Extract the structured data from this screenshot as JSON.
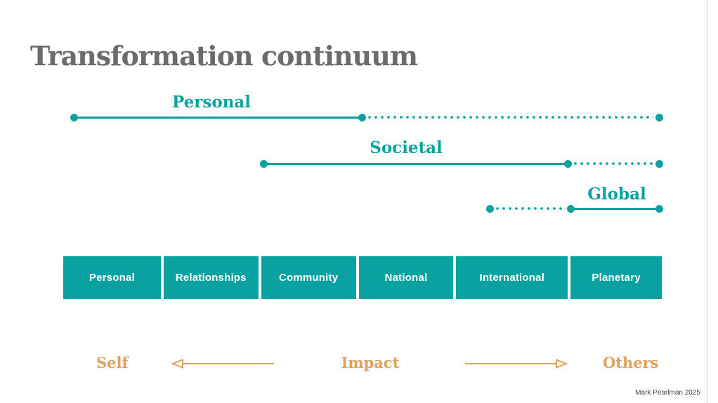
{
  "title": "Transformation continuum",
  "colors": {
    "teal": "#0aa2a1",
    "tan": "#dba260",
    "title_gray": "#6b6b6e",
    "footer_gray": "#444749",
    "edge_gray": "#d9d9d9"
  },
  "continuum_rows": [
    {
      "label": "Personal"
    },
    {
      "label": "Societal"
    },
    {
      "label": "Global"
    }
  ],
  "boxes": [
    "Personal",
    "Relationships",
    "Community",
    "National",
    "International",
    "Planetary"
  ],
  "impact_axis": {
    "left_label": "Self",
    "center_label": "Impact",
    "right_label": "Others"
  },
  "footer": "Mark Pearlman 2025"
}
